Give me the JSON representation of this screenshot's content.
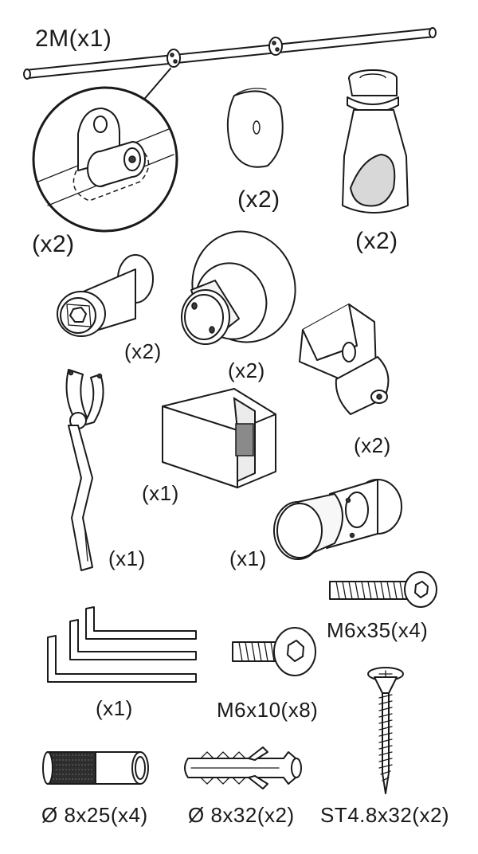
{
  "labels": {
    "rod": "2M(x1)",
    "rod_support": "(x2)",
    "washer": "(x2)",
    "stopper": "(x2)",
    "wall_bracket": "(x2)",
    "roller_wheel": "(x2)",
    "hanger_clamp": "(x2)",
    "spanner_wrench": "(x1)",
    "floor_guide": "(x1)",
    "door_knob": "(x1)",
    "screw_m6x35": "M6x35(x4)",
    "hex_keys": "(x1)",
    "screw_m6x10": "M6x10(x8)",
    "anchor_sleeve": "Ø 8x25(x4)",
    "wall_plug": "Ø 8x32(x2)",
    "self_tapping_screw": "ST4.8x32(x2)"
  },
  "icons": {
    "rod": "sliding-rod-icon",
    "rod_support": "rod-support-detail-icon",
    "washer": "washer-icon",
    "stopper": "stopper-icon",
    "wall_bracket": "wall-bracket-icon",
    "roller_wheel": "roller-wheel-icon",
    "hanger_clamp": "hanger-clamp-icon",
    "spanner_wrench": "spanner-wrench-icon",
    "floor_guide": "floor-guide-icon",
    "door_knob": "door-knob-icon",
    "screw_m6x35": "hex-bolt-long-icon",
    "hex_keys": "hex-key-set-icon",
    "screw_m6x10": "hex-bolt-short-icon",
    "anchor_sleeve": "anchor-sleeve-icon",
    "wall_plug": "wall-plug-icon",
    "self_tapping_screw": "self-tapping-screw-icon"
  }
}
